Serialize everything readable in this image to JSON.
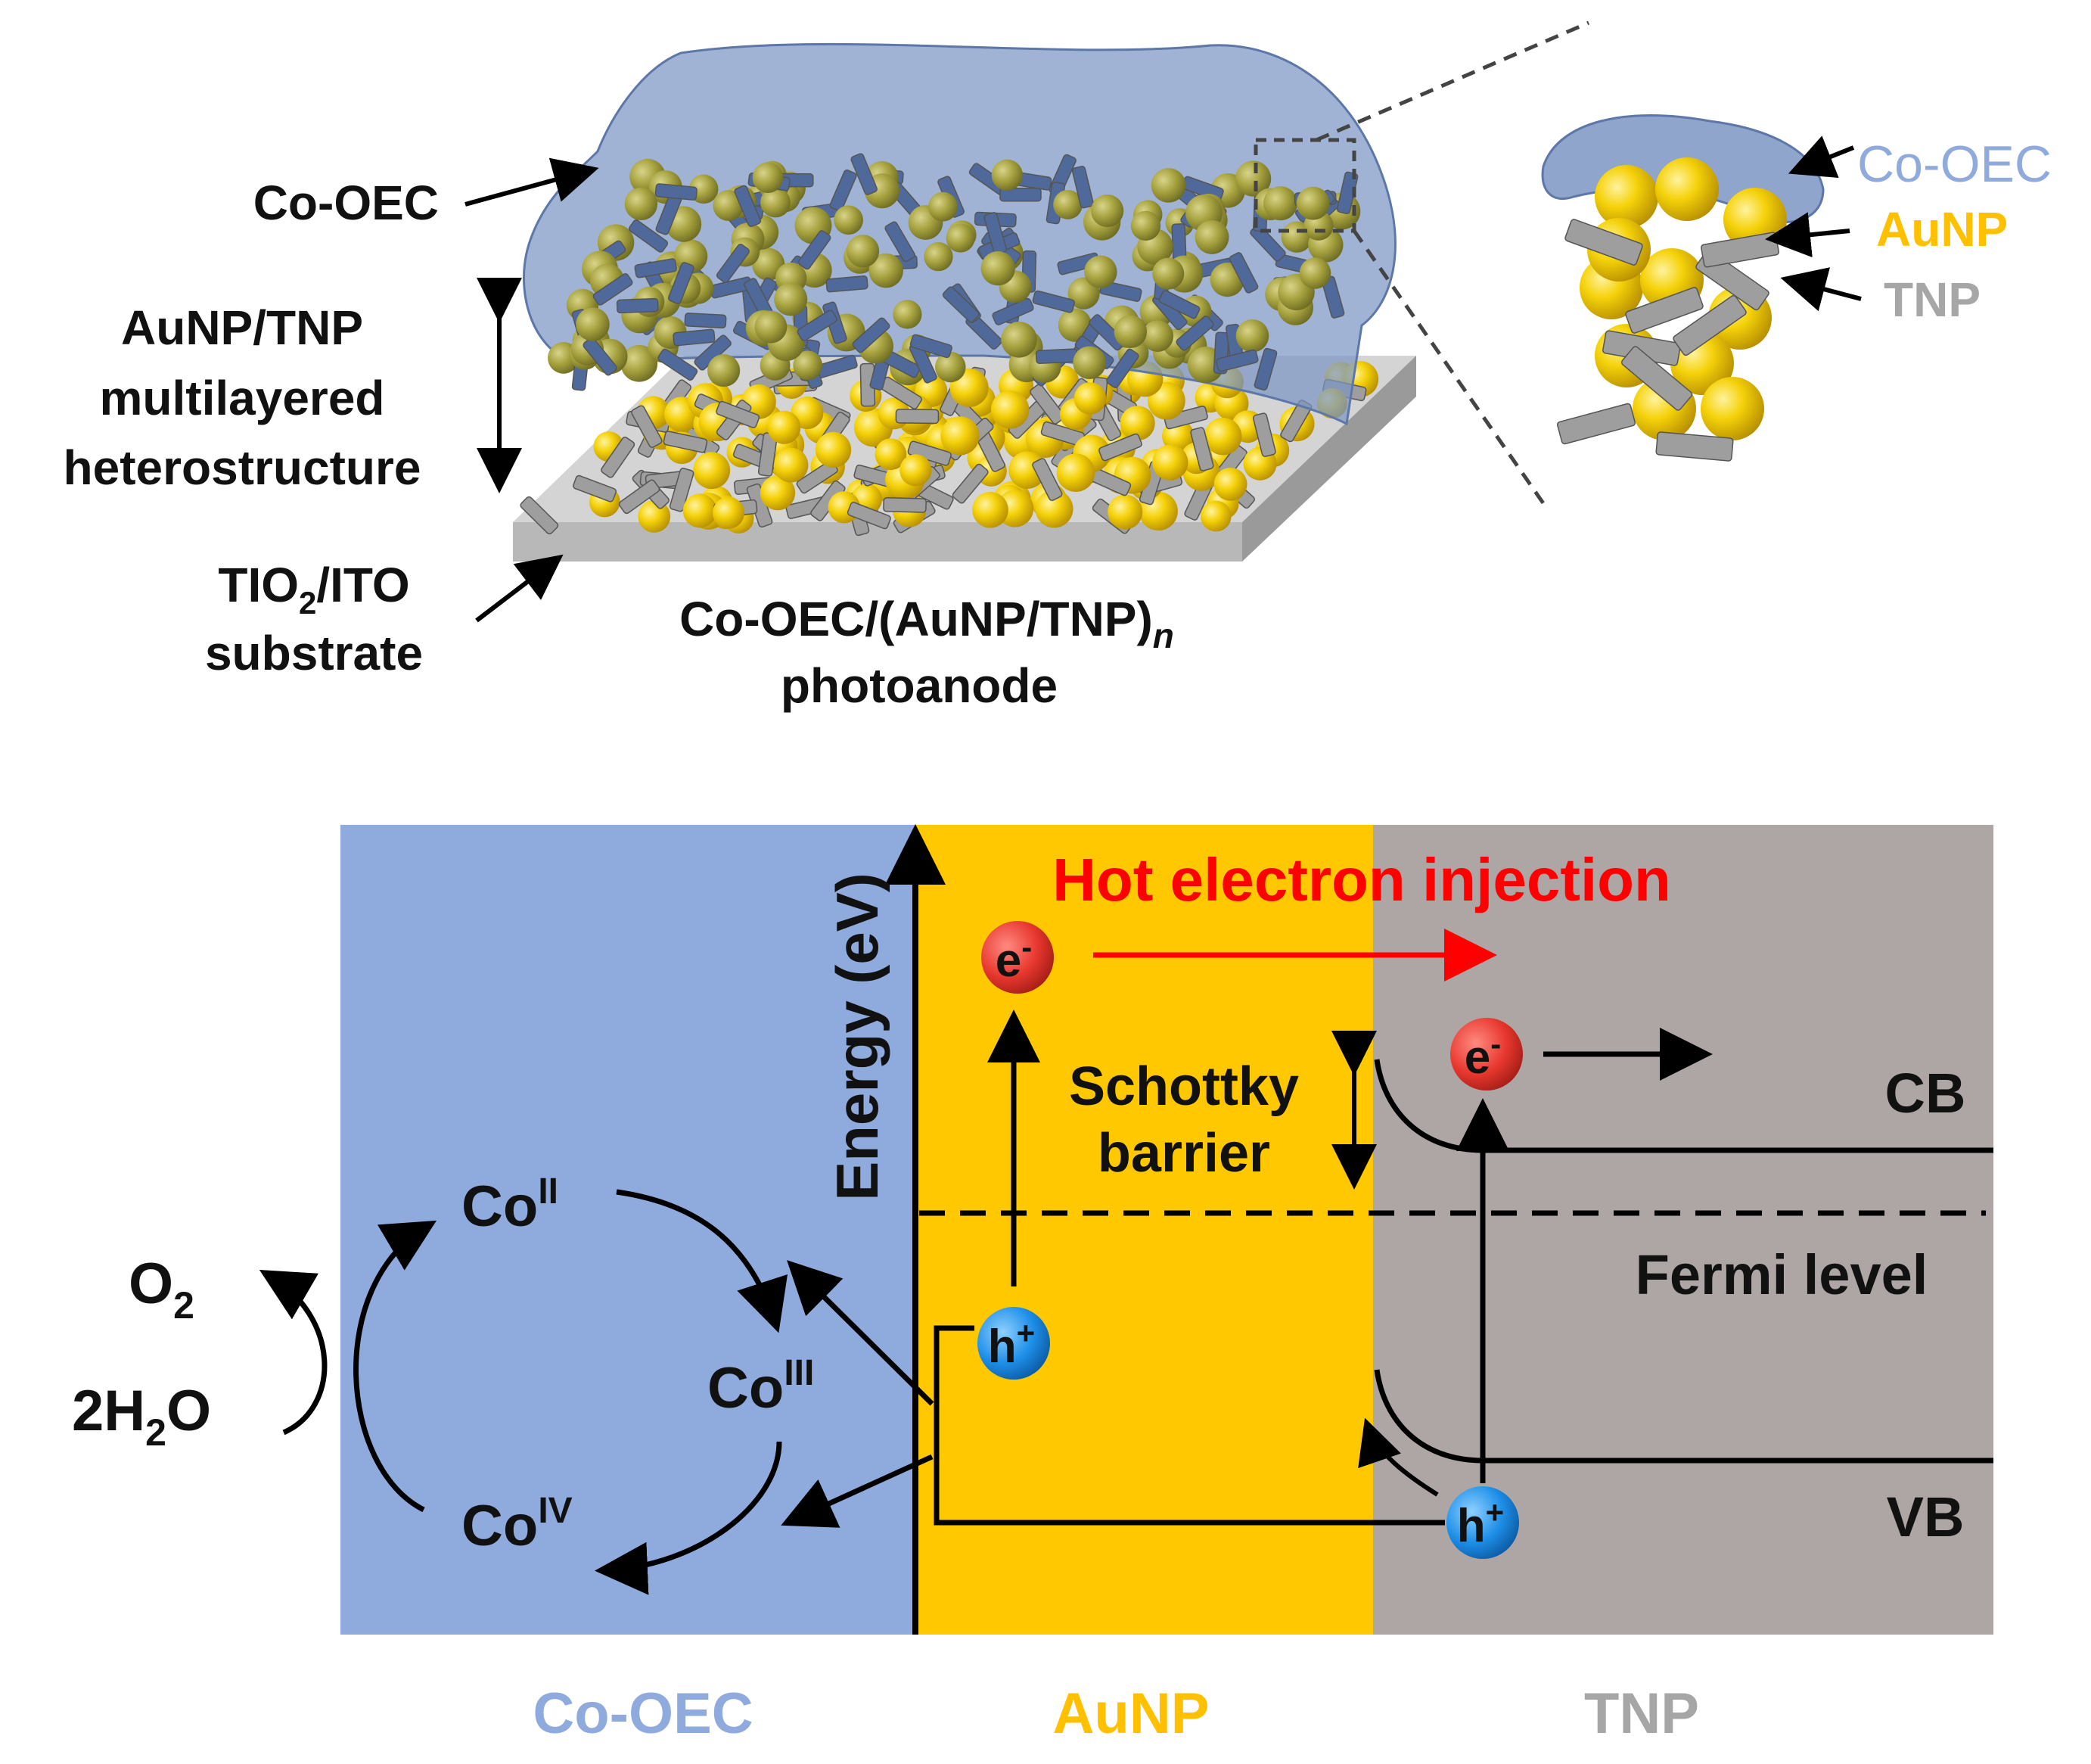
{
  "top_panel": {
    "co_oec_label": "Co-OEC",
    "heterostructure_label_line1": "AuNP/TNP",
    "heterostructure_label_line2": "multilayered",
    "heterostructure_label_line3": "heterostructure",
    "substrate_label_line1_prefix": "TIO",
    "substrate_label_line1_sub": "2",
    "substrate_label_line1_suffix": "/ITO",
    "substrate_label_line2": "substrate",
    "photoanode_label_line1_prefix": "Co-OEC/(AuNP/TNP)",
    "photoanode_label_line1_sub": "n",
    "photoanode_label_line2": "photoanode",
    "zoom_legend": {
      "co_oec": "Co-OEC",
      "aunp": "AuNP",
      "tnp": "TNP"
    }
  },
  "band_diagram": {
    "axis_label": "Energy (eV)",
    "hot_electron_label": "Hot electron injection",
    "schottky_line1": "Schottky",
    "schottky_line2": "barrier",
    "cb_label": "CB",
    "vb_label": "VB",
    "fermi_label": "Fermi level",
    "electron_symbol": "e",
    "electron_sup": "-",
    "hole_symbol": "h",
    "hole_sup": "+",
    "cycle": {
      "co_base": "Co",
      "co2_sup": "II",
      "co3_sup": "III",
      "co4_sup": "IV"
    },
    "o2_base": "O",
    "o2_sub": "2",
    "water_prefix": "2H",
    "water_sub": "2",
    "water_suffix": "O",
    "region_labels": {
      "co_oec": "Co-OEC",
      "aunp": "AuNP",
      "tnp": "TNP"
    }
  },
  "colors": {
    "co_oec_region": "#8FAADC",
    "aunp_region": "#FFC800",
    "tnp_region": "#ADA6A4",
    "electron": "#E8382F",
    "hole": "#1E8FE8",
    "hot_electron_text": "#FF0000",
    "co_oec_text": "#8FAADC",
    "aunp_text": "#FFC000",
    "tnp_text": "#A6A6A6"
  }
}
